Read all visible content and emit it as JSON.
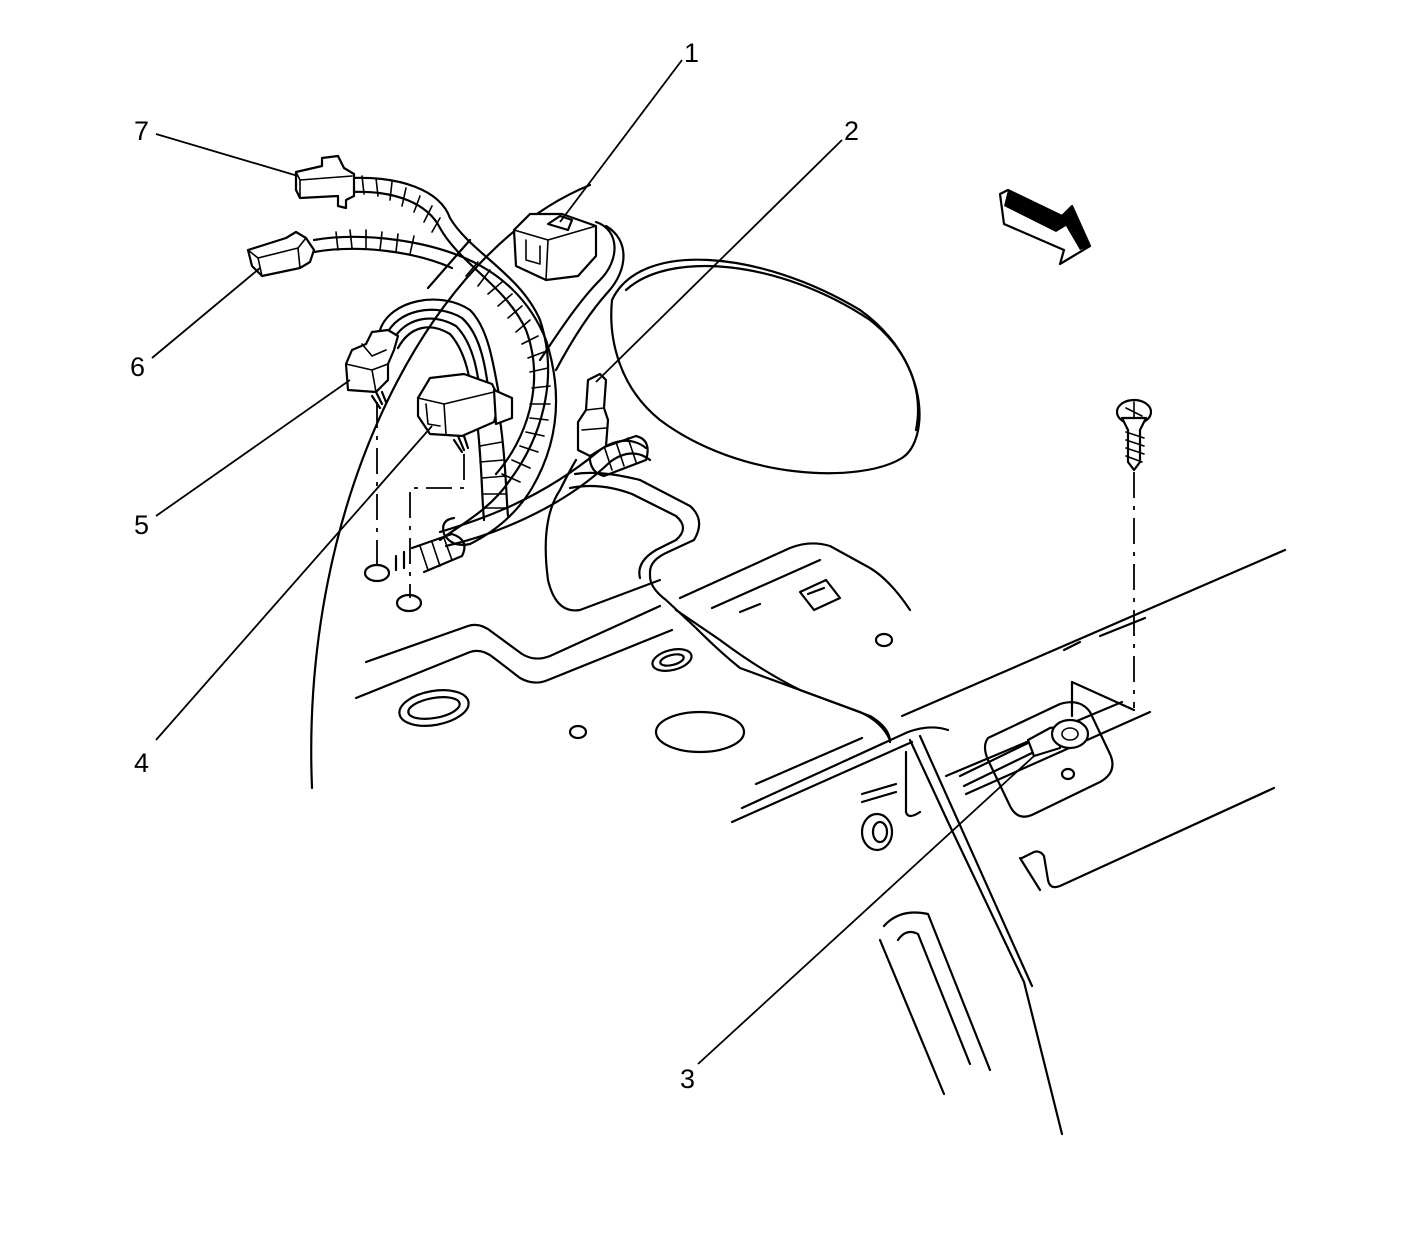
{
  "callouts": [
    {
      "id": "1",
      "label": "1"
    },
    {
      "id": "2",
      "label": "2"
    },
    {
      "id": "3",
      "label": "3"
    },
    {
      "id": "4",
      "label": "4"
    },
    {
      "id": "5",
      "label": "5"
    },
    {
      "id": "6",
      "label": "6"
    },
    {
      "id": "7",
      "label": "7"
    }
  ],
  "colors": {
    "line": "#000000",
    "background": "#ffffff"
  },
  "icons": [
    "direction-arrow-icon",
    "screw-icon"
  ]
}
